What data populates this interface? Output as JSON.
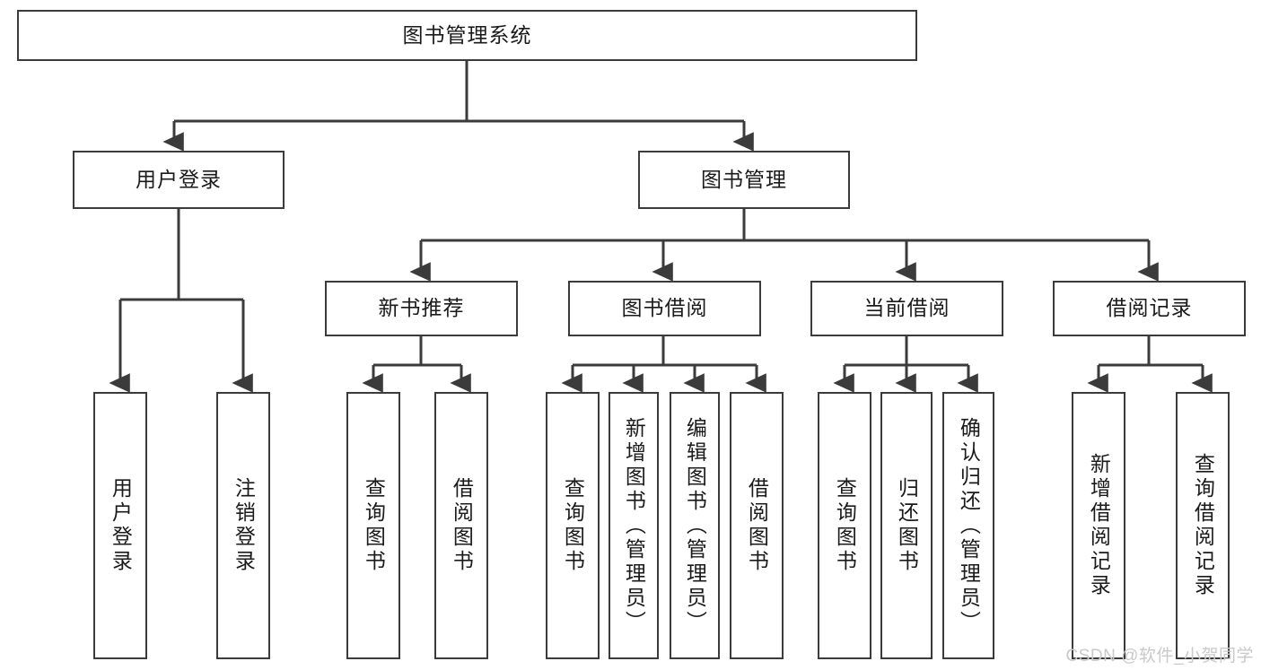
{
  "diagram": {
    "type": "tree-hierarchy",
    "title": "图书管理系统",
    "root": {
      "id": "root",
      "label": "图书管理系统",
      "orientation": "horizontal"
    },
    "level2": [
      {
        "id": "user-login",
        "label": "用户登录",
        "orientation": "horizontal"
      },
      {
        "id": "book-manage",
        "label": "图书管理",
        "orientation": "horizontal"
      }
    ],
    "level3": [
      {
        "id": "new-book-rec",
        "label": "新书推荐",
        "orientation": "horizontal",
        "parent": "book-manage"
      },
      {
        "id": "book-borrow",
        "label": "图书借阅",
        "orientation": "horizontal",
        "parent": "book-manage"
      },
      {
        "id": "current-borrow",
        "label": "当前借阅",
        "orientation": "horizontal",
        "parent": "book-manage"
      },
      {
        "id": "borrow-record",
        "label": "借阅记录",
        "orientation": "horizontal",
        "parent": "book-manage"
      }
    ],
    "leaves": [
      {
        "id": "leaf-user-login",
        "label": "用户登录",
        "parent": "user-login"
      },
      {
        "id": "leaf-logout-login",
        "label": "注销登录",
        "parent": "user-login"
      },
      {
        "id": "leaf-query-book-1",
        "label": "查询图书",
        "parent": "new-book-rec"
      },
      {
        "id": "leaf-borrow-book-1",
        "label": "借阅图书",
        "parent": "new-book-rec"
      },
      {
        "id": "leaf-query-book-2",
        "label": "查询图书",
        "parent": "book-borrow"
      },
      {
        "id": "leaf-add-book",
        "label": "新增图书（管理员）",
        "parent": "book-borrow"
      },
      {
        "id": "leaf-edit-book",
        "label": "编辑图书（管理员）",
        "parent": "book-borrow"
      },
      {
        "id": "leaf-borrow-book-2",
        "label": "借阅图书",
        "parent": "book-borrow"
      },
      {
        "id": "leaf-query-book-3",
        "label": "查询图书",
        "parent": "current-borrow"
      },
      {
        "id": "leaf-return-book",
        "label": "归还图书",
        "parent": "current-borrow"
      },
      {
        "id": "leaf-confirm-return",
        "label": "确认归还（管理员）",
        "parent": "current-borrow"
      },
      {
        "id": "leaf-add-record",
        "label": "新增借阅记录",
        "parent": "borrow-record"
      },
      {
        "id": "leaf-query-record",
        "label": "查询借阅记录",
        "parent": "borrow-record"
      }
    ],
    "colors": {
      "stroke": "#3b3b3b",
      "fill": "#ffffff",
      "text": "#1a1a1a",
      "watermark": "#c9c9c9"
    }
  },
  "watermark": {
    "text": "CSDN @软件_小贺同学"
  }
}
